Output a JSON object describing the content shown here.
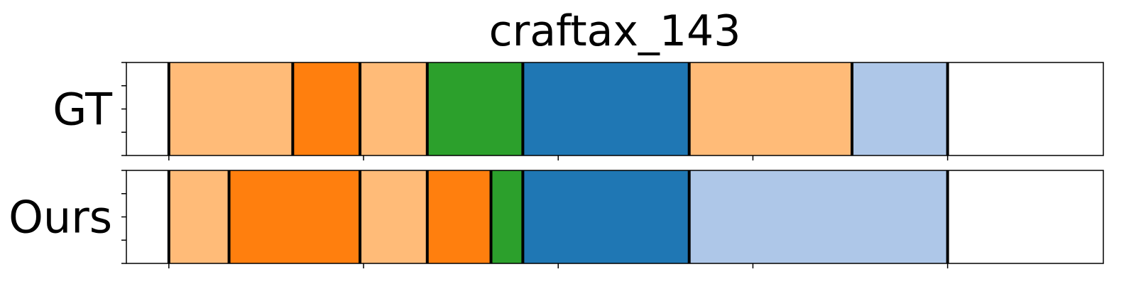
{
  "chart_data": {
    "type": "segmentation",
    "title": "craftax_143",
    "xlim": [
      0,
      276
    ],
    "ylabel_ticks_shown": false,
    "x_ticks": [
      12,
      67,
      122,
      177,
      232,
      287
    ],
    "y_ticks_per_panel": 5,
    "rows": [
      {
        "label": "GT",
        "segments": [
          {
            "start": 0,
            "end": 12,
            "color": "#ffffff"
          },
          {
            "start": 12,
            "end": 47,
            "color": "#ffbb78"
          },
          {
            "start": 47,
            "end": 66,
            "color": "#ff7f0e"
          },
          {
            "start": 66,
            "end": 85,
            "color": "#ffbb78"
          },
          {
            "start": 85,
            "end": 112,
            "color": "#2ca02c"
          },
          {
            "start": 112,
            "end": 159,
            "color": "#1f77b4"
          },
          {
            "start": 159,
            "end": 205,
            "color": "#ffbb78"
          },
          {
            "start": 205,
            "end": 232,
            "color": "#aec7e8"
          },
          {
            "start": 232,
            "end": 276,
            "color": "#ffffff"
          }
        ],
        "boundaries": [
          12,
          47,
          66,
          85,
          112,
          159,
          205,
          232
        ]
      },
      {
        "label": "Ours",
        "segments": [
          {
            "start": 0,
            "end": 12,
            "color": "#ffffff"
          },
          {
            "start": 12,
            "end": 29,
            "color": "#ffbb78"
          },
          {
            "start": 29,
            "end": 66,
            "color": "#ff7f0e"
          },
          {
            "start": 66,
            "end": 85,
            "color": "#ffbb78"
          },
          {
            "start": 85,
            "end": 103,
            "color": "#ff7f0e"
          },
          {
            "start": 103,
            "end": 112,
            "color": "#2ca02c"
          },
          {
            "start": 112,
            "end": 159,
            "color": "#1f77b4"
          },
          {
            "start": 159,
            "end": 232,
            "color": "#aec7e8"
          },
          {
            "start": 232,
            "end": 276,
            "color": "#ffffff"
          }
        ],
        "boundaries": [
          12,
          29,
          66,
          85,
          103,
          112,
          159,
          232
        ]
      }
    ]
  }
}
